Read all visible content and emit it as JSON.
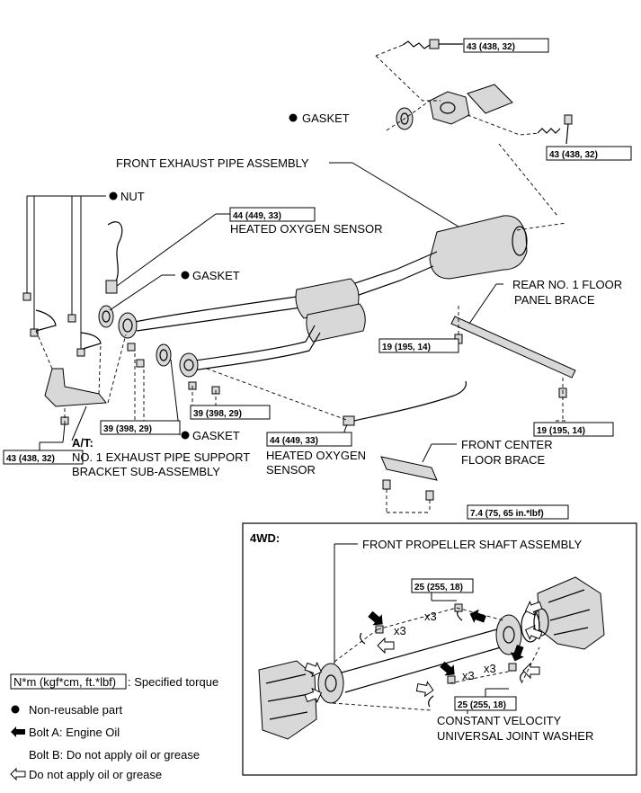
{
  "labels": {
    "gasket_top": "GASKET",
    "front_exhaust_pipe": "FRONT EXHAUST PIPE ASSEMBLY",
    "nut": "NUT",
    "heated_o2_upper": "HEATED OXYGEN SENSOR",
    "gasket_mid": "GASKET",
    "rear_brace_1": "REAR NO. 1 FLOOR",
    "rear_brace_2": "PANEL BRACE",
    "gasket_low": "GASKET",
    "at": "A/T:",
    "support_bracket_1": "NO. 1 EXHAUST PIPE SUPPORT",
    "support_bracket_2": "BRACKET SUB-ASSEMBLY",
    "heated_o2_lower_1": "HEATED OXYGEN",
    "heated_o2_lower_2": "SENSOR",
    "center_brace_1": "FRONT CENTER",
    "center_brace_2": "FLOOR BRACE",
    "fwd_title": "4WD:",
    "propeller_shaft": "FRONT PROPELLER SHAFT ASSEMBLY",
    "cv_washer_1": "CONSTANT VELOCITY",
    "cv_washer_2": "UNIVERSAL JOINT WASHER",
    "x3_a": "x3",
    "x3_b": "x3",
    "x3_c": "x3",
    "x3_d": "x3"
  },
  "torques": {
    "t1": "43 (438, 32)",
    "t2": "43 (438, 32)",
    "t3": "44 (449, 33)",
    "t4": "19 (195, 14)",
    "t5": "39 (398, 29)",
    "t6": "39 (398, 29)",
    "t7": "44 (449, 33)",
    "t8": "19 (195, 14)",
    "t9": "43 (438, 32)",
    "t10": "7.4 (75, 65 in.*lbf)",
    "t11": "25 (255, 18)",
    "t12": "25 (255, 18)"
  },
  "legend": {
    "torque_box": "N*m (kgf*cm, ft.*lbf)",
    "torque_text": ": Specified torque",
    "non_reusable": "Non-reusable part",
    "bolt_a": "Bolt A: Engine Oil",
    "bolt_b": "Bolt B: Do not apply oil or grease",
    "no_oil": "Do not apply oil or grease"
  },
  "icons": {
    "non_reusable": "filled-circle-icon",
    "bolt_a": "filled-arrow-icon",
    "no_oil": "outline-arrow-icon"
  }
}
